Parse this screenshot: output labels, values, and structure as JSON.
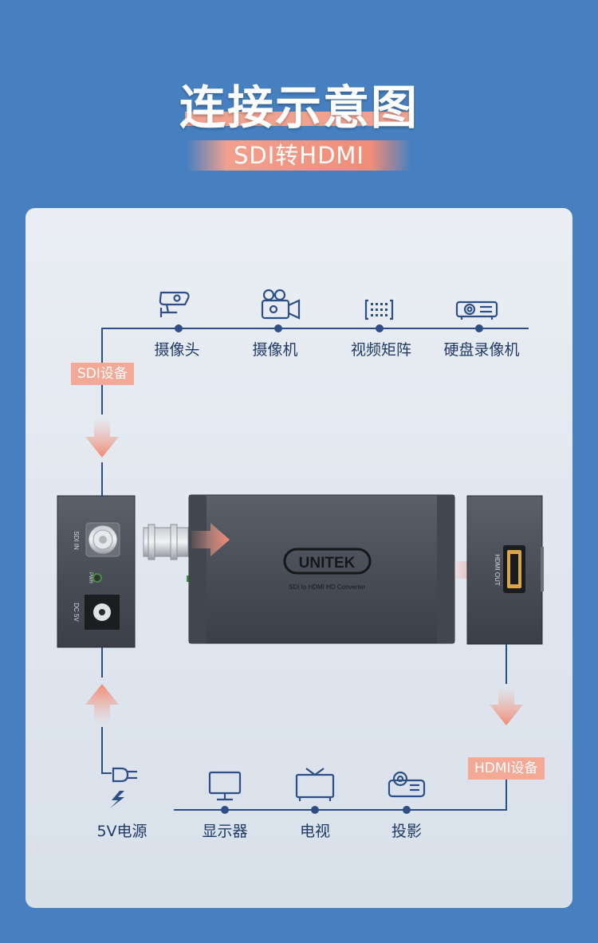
{
  "header": {
    "title": "连接示意图",
    "subtitle": "SDI转HDMI"
  },
  "diagram": {
    "top_devices": [
      "摄像头",
      "摄像机",
      "视频矩阵",
      "硬盘录像机"
    ],
    "sdi_tag": "SDI设备",
    "hdmi_tag": "HDMI设备",
    "bottom_items": [
      "5V电源",
      "显示器",
      "电视",
      "投影"
    ],
    "converter": {
      "brand": "UNITEK",
      "model": "SDI to HDMI HD Converter",
      "port_sdi_in": "SDI IN",
      "port_power": "DC 5V",
      "port_pwr_led": "PWR",
      "port_hdmi_out": "HDMI OUT"
    }
  },
  "colors": {
    "background": "#4680c0",
    "accent": "#f2a08e",
    "line": "#2d4f86"
  }
}
